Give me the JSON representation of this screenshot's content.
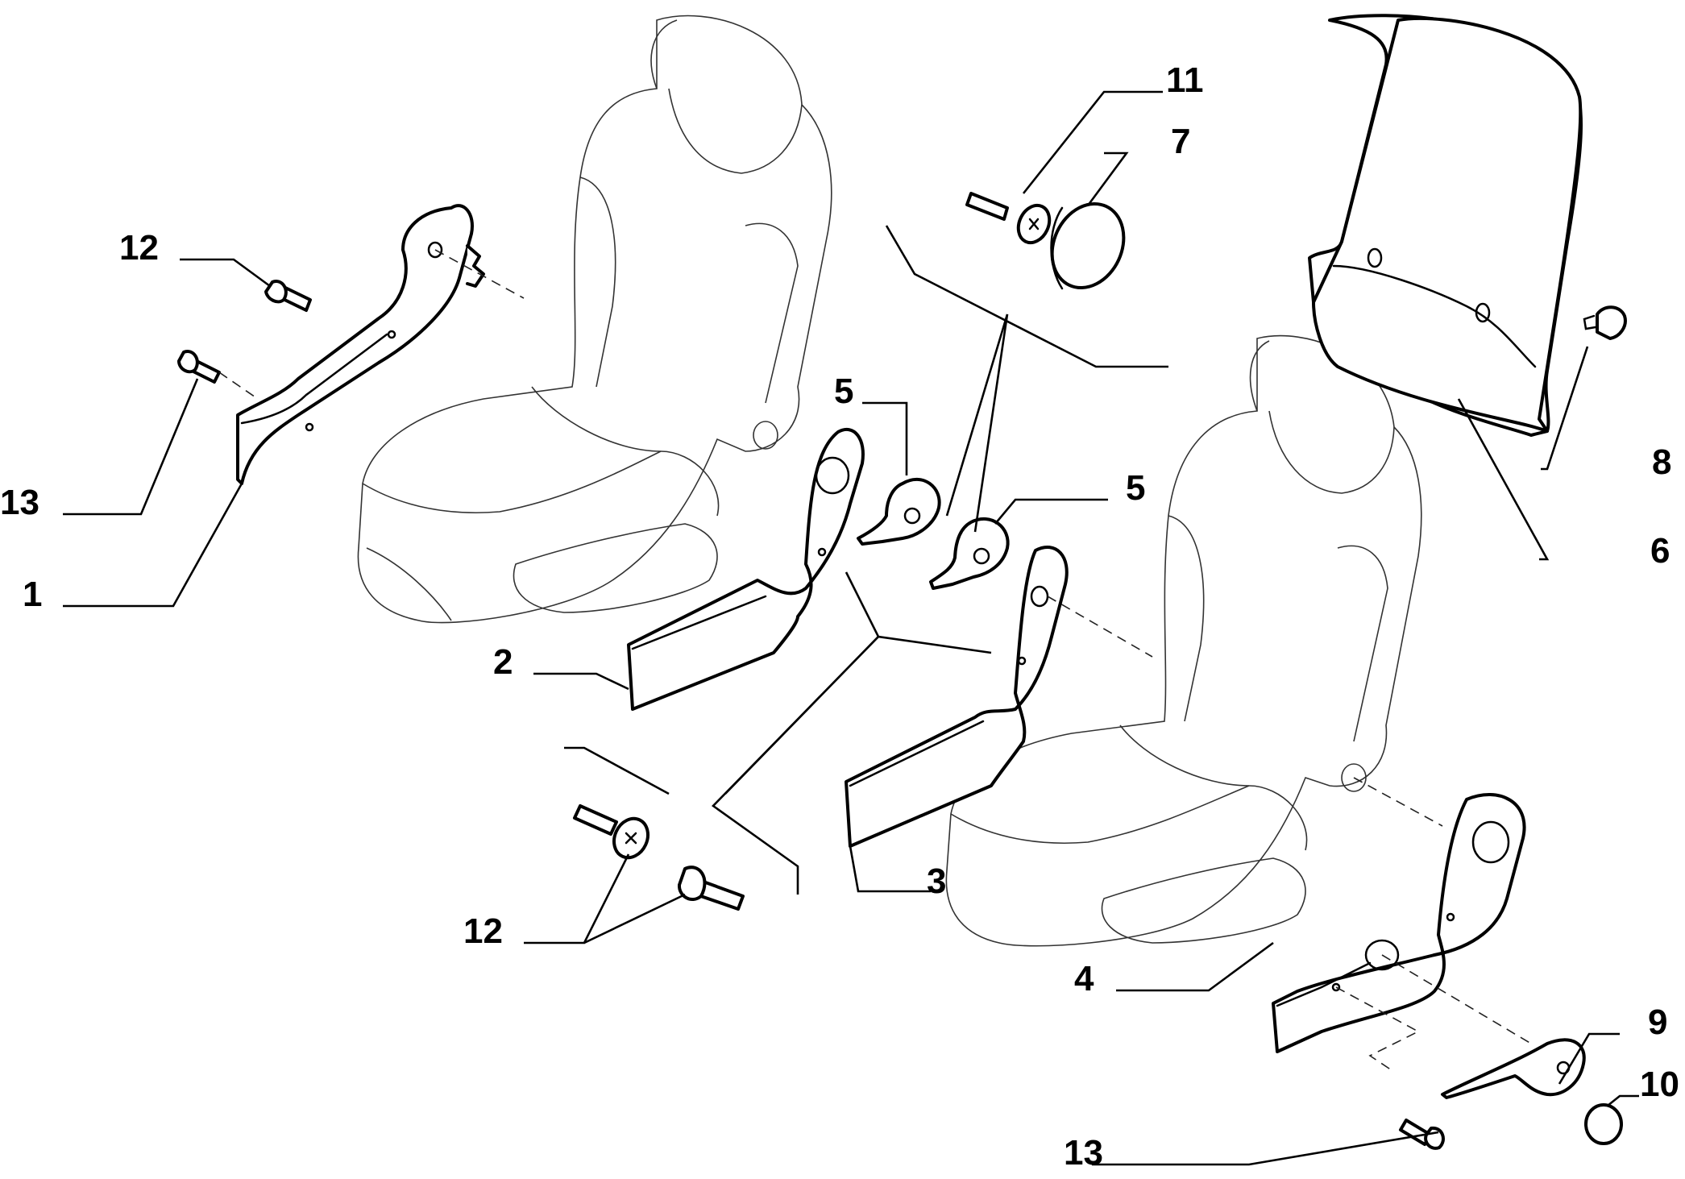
{
  "diagram": {
    "callouts": {
      "c1": "1",
      "c2": "2",
      "c3": "3",
      "c4": "4",
      "c5a": "5",
      "c5b": "5",
      "c6": "6",
      "c7": "7",
      "c8": "8",
      "c9": "9",
      "c10": "10",
      "c11": "11",
      "c12a": "12",
      "c12b": "12",
      "c13a": "13",
      "c13b": "13"
    }
  }
}
